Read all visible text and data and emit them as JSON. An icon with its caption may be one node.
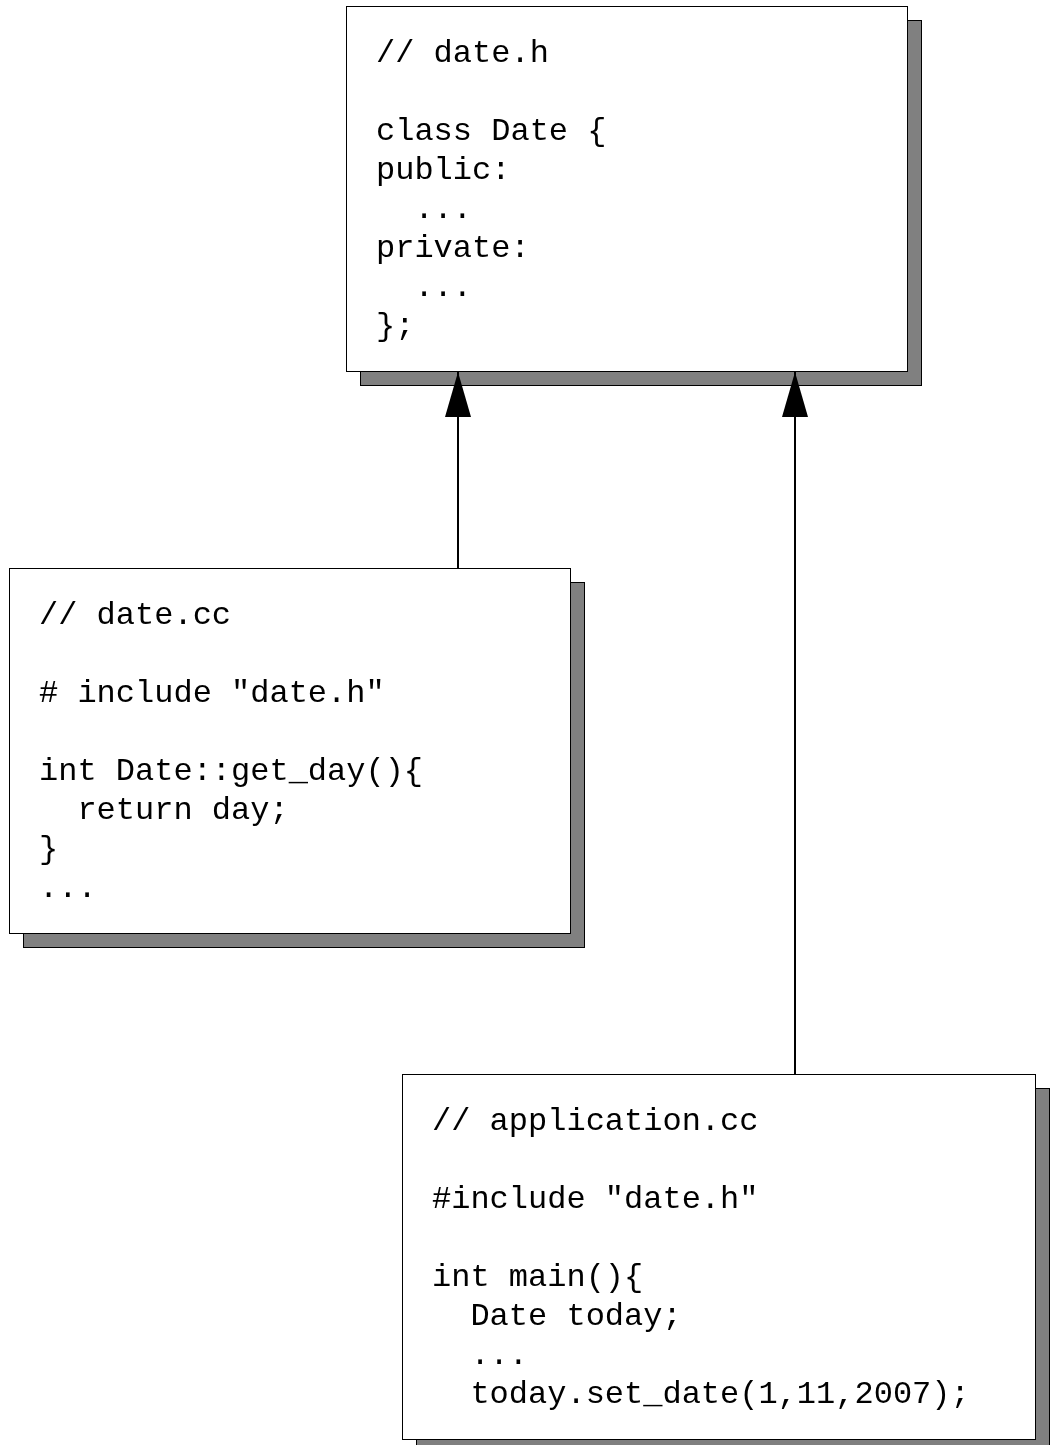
{
  "diagram": {
    "nodes": [
      {
        "text": [
          "// date.h",
          "class Date {",
          "public:",
          "  ...",
          "private:",
          "  ...",
          "};"
        ]
      },
      {
        "text": [
          "// date.cc",
          "# include \"date.h\"",
          "int Date::get_day(){",
          "  return day;",
          "}",
          "..."
        ]
      },
      {
        "text": [
          "// application.cc",
          "#include \"date.h\"",
          "int main(){",
          "  Date today;",
          "  ...",
          "  today.set_date(1,11,2007);"
        ]
      }
    ],
    "edges": [
      {
        "from": 1,
        "to": 0,
        "arrow": "to"
      },
      {
        "from": 2,
        "to": 0,
        "arrow": "to"
      }
    ]
  }
}
